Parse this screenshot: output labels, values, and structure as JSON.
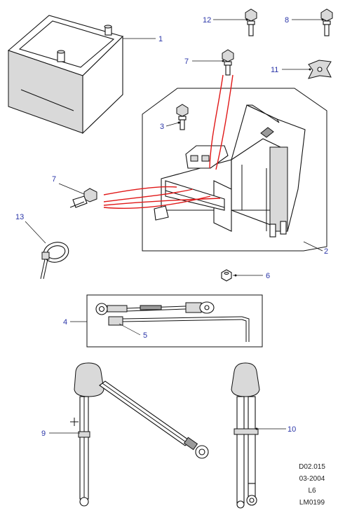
{
  "callouts": {
    "c1": "1",
    "c2": "2",
    "c3": "3",
    "c4": "4",
    "c5": "5",
    "c6": "6",
    "c7a": "7",
    "c7b": "7",
    "c8": "8",
    "c9": "9",
    "c10": "10",
    "c11": "11",
    "c12": "12",
    "c13": "13"
  },
  "reference": {
    "line1": "D02.015",
    "line2": "03-2004",
    "line3": "L6",
    "line4": "LM0199"
  },
  "colors": {
    "callout_text": "#2a35a8",
    "wires": "#e01818"
  }
}
